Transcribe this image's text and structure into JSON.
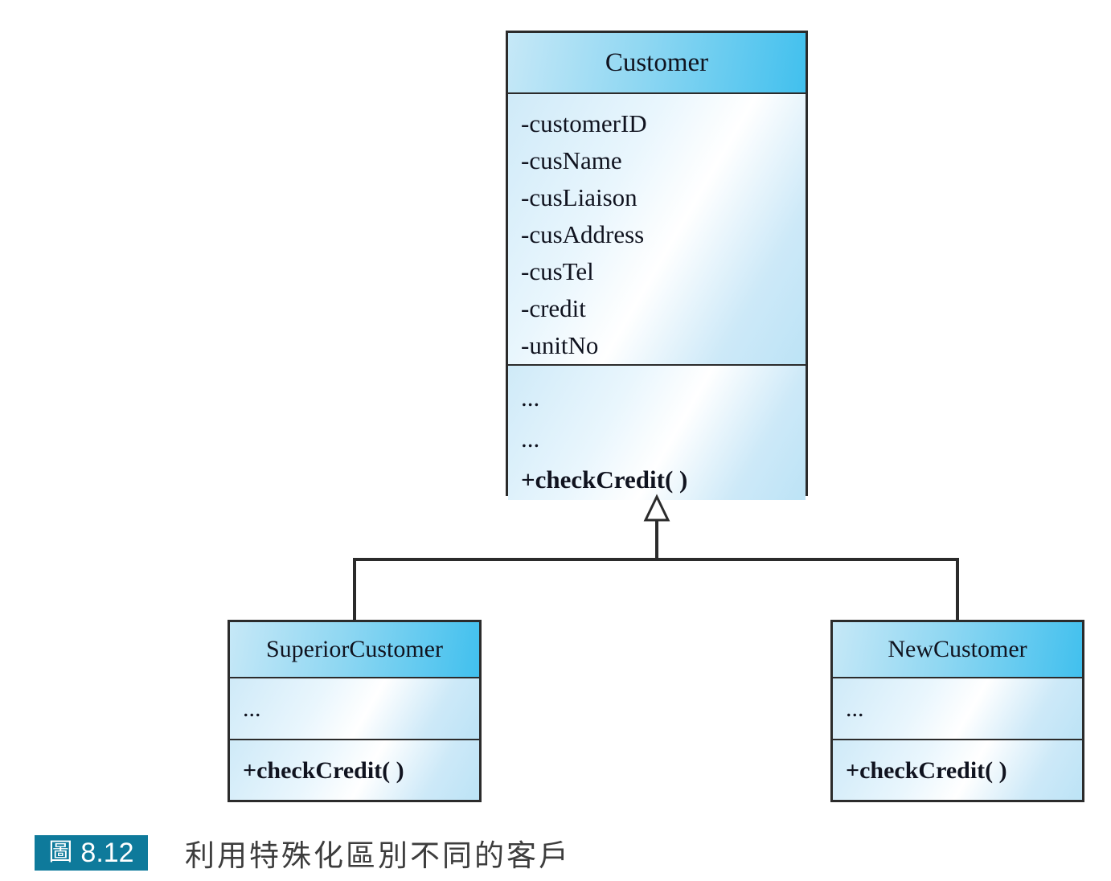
{
  "diagram": {
    "customer": {
      "title": "Customer",
      "attributes": [
        "-customerID",
        "-cusName",
        "-cusLiaison",
        "-cusAddress",
        "-cusTel",
        "-credit",
        "-unitNo"
      ],
      "methods": [
        "...",
        "...",
        "+checkCredit( )"
      ]
    },
    "superior_customer": {
      "title": "SuperiorCustomer",
      "attributes": [
        "..."
      ],
      "methods": [
        "+checkCredit( )"
      ]
    },
    "new_customer": {
      "title": "NewCustomer",
      "attributes": [
        "..."
      ],
      "methods": [
        "+checkCredit( )"
      ]
    },
    "relationship": "generalization"
  },
  "caption": {
    "figure_label": "圖",
    "figure_number": "8.12",
    "text": "利用特殊化區別不同的客戶"
  },
  "colors": {
    "box_border": "#2b2b2b",
    "header_gradient_start": "#c6e8f7",
    "header_gradient_end": "#41c0ee",
    "body_blue": "#bce3f6",
    "badge_background": "#0e7a9b",
    "badge_text": "#ffffff",
    "caption_text": "#3d3d3d"
  }
}
